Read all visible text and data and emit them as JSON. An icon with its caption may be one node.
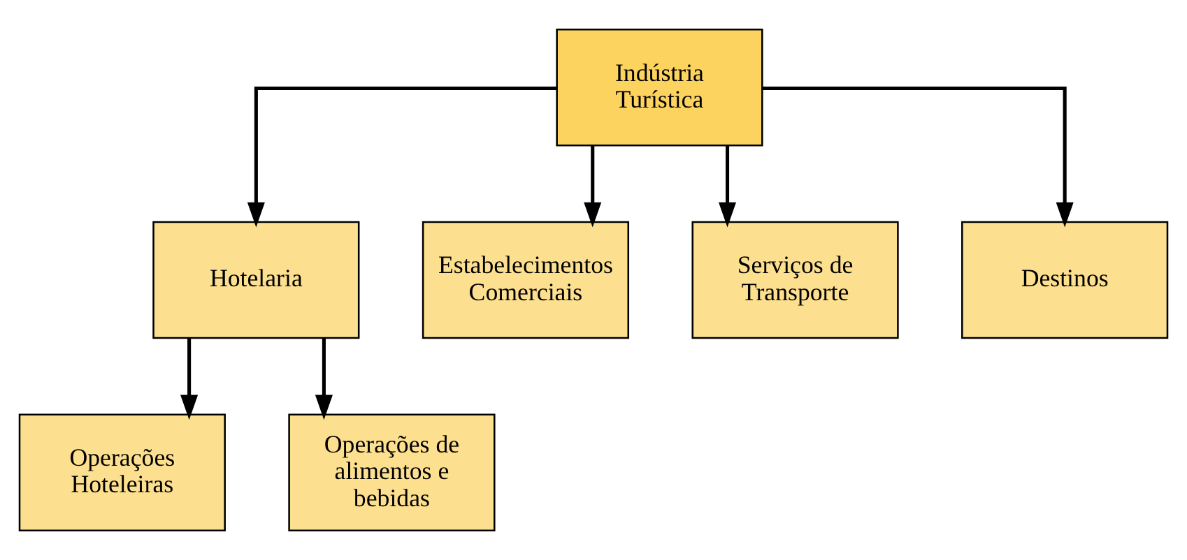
{
  "diagram": {
    "nodes": [
      {
        "text": [
          "Indústria Turística"
        ]
      },
      {
        "text": [
          "Hotelaria"
        ]
      },
      {
        "text": [
          "Estabelecimentos Comerciais"
        ]
      },
      {
        "text": [
          "Serviços de Transporte"
        ]
      },
      {
        "text": [
          "Destinos"
        ]
      },
      {
        "text": [
          "Operações Hoteleiras"
        ]
      },
      {
        "text": [
          "Operações de alimentos e bebidas"
        ]
      }
    ],
    "edges": [
      {
        "from": 0,
        "to": 1,
        "arrow": "to"
      },
      {
        "from": 0,
        "to": 2,
        "arrow": "to"
      },
      {
        "from": 0,
        "to": 3,
        "arrow": "to"
      },
      {
        "from": 0,
        "to": 4,
        "arrow": "to"
      },
      {
        "from": 1,
        "to": 5,
        "arrow": "to"
      },
      {
        "from": 1,
        "to": 6,
        "arrow": "to"
      }
    ]
  }
}
